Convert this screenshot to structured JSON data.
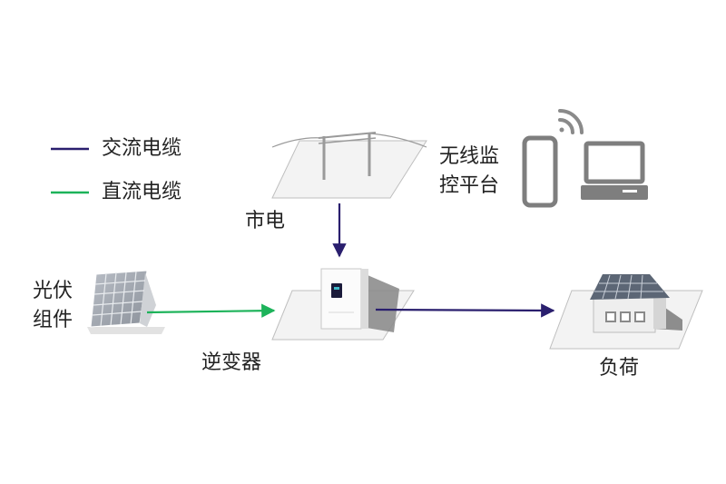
{
  "legend": {
    "ac_label": "交流电缆",
    "dc_label": "直流电缆",
    "ac_color": "#2a1f6e",
    "dc_color": "#1db35a"
  },
  "nodes": {
    "grid": {
      "label": "市电",
      "icon": "power-tower-icon"
    },
    "pv": {
      "label_line1": "光伏",
      "label_line2": "组件",
      "icon": "solar-panel-icon"
    },
    "inverter": {
      "label": "逆变器",
      "icon": "inverter-icon"
    },
    "load": {
      "label": "负荷",
      "icon": "house-icon"
    },
    "monitor": {
      "label_line1": "无线监",
      "label_line2": "控平台",
      "icons": [
        "smartphone-icon",
        "wifi-icon",
        "computer-icon"
      ]
    }
  },
  "connections": [
    {
      "from": "grid",
      "to": "inverter",
      "type": "ac"
    },
    {
      "from": "pv",
      "to": "inverter",
      "type": "dc"
    },
    {
      "from": "inverter",
      "to": "load",
      "type": "ac"
    }
  ]
}
